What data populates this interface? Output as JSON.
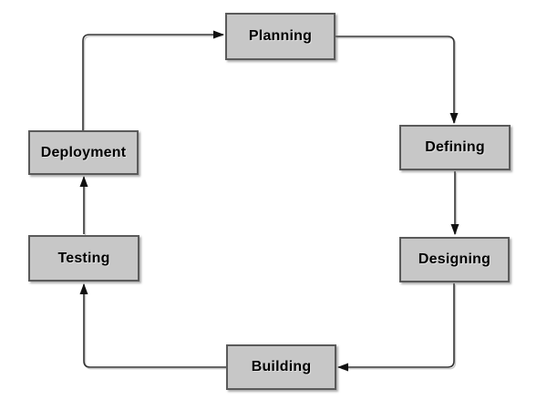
{
  "diagram": {
    "type": "cycle-flowchart",
    "background_color": "#ffffff",
    "node_fill_color": "#c7c7c7",
    "node_border_color": "#5a5a5a",
    "edge_color": "#333333",
    "arrowhead_color": "#111111",
    "text_color": "#000000"
  },
  "nodes": [
    {
      "id": "planning",
      "label": "Planning"
    },
    {
      "id": "defining",
      "label": "Defining"
    },
    {
      "id": "designing",
      "label": "Designing"
    },
    {
      "id": "building",
      "label": "Building"
    },
    {
      "id": "testing",
      "label": "Testing"
    },
    {
      "id": "deployment",
      "label": "Deployment"
    }
  ],
  "edges": [
    {
      "from": "planning",
      "to": "defining"
    },
    {
      "from": "defining",
      "to": "designing"
    },
    {
      "from": "designing",
      "to": "building"
    },
    {
      "from": "building",
      "to": "testing"
    },
    {
      "from": "testing",
      "to": "deployment"
    },
    {
      "from": "deployment",
      "to": "planning"
    }
  ]
}
